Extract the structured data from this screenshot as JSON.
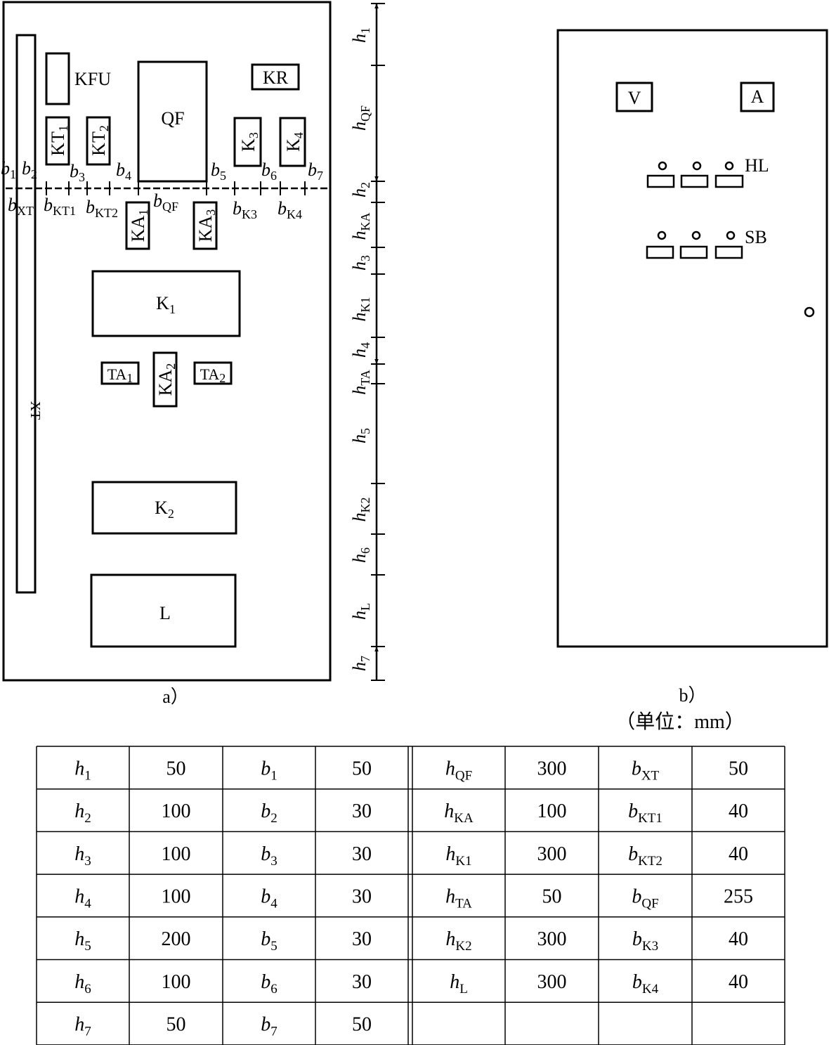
{
  "figure_a": {
    "caption": "a）",
    "components": {
      "kfu": "KFU",
      "kr": "KR",
      "qf": "QF",
      "kt1": "KT",
      "kt1_sub": "1",
      "kt2": "KT",
      "kt2_sub": "2",
      "k3": "K",
      "k3_sub": "3",
      "k4": "K",
      "k4_sub": "4",
      "ka1": "KA",
      "ka1_sub": "1",
      "ka3": "KA",
      "ka3_sub": "3",
      "ka2": "KA",
      "ka2_sub": "2",
      "k1": "K",
      "k1_sub": "1",
      "k2": "K",
      "k2_sub": "2",
      "ta1": "TA",
      "ta1_sub": "1",
      "ta2": "TA",
      "ta2_sub": "2",
      "l": "L",
      "xt": "XT"
    },
    "b_labels": {
      "b1": "1",
      "b2": "2",
      "b3": "3",
      "b4": "4",
      "b5": "5",
      "b6": "6",
      "b7": "7",
      "bxt": "XT",
      "bkt1": "KT1",
      "bkt2": "KT2",
      "bqf": "QF",
      "bk3": "K3",
      "bk4": "K4"
    },
    "h_labels": {
      "h1": "1",
      "hqf": "QF",
      "h2": "2",
      "hka": "KA",
      "h3": "3",
      "hk1": "K1",
      "h4": "4",
      "hta": "TA",
      "h5": "5",
      "hk2": "K2",
      "h6": "6",
      "hl": "L",
      "h7": "7"
    }
  },
  "figure_b": {
    "caption": "b）",
    "voltmeter": "V",
    "ammeter": "A",
    "hl_label": "HL",
    "sb_label": "SB"
  },
  "unit_note": "（单位：mm）",
  "table": {
    "rows": [
      [
        [
          "h",
          "1"
        ],
        "50",
        [
          "b",
          "1"
        ],
        "50",
        [
          "h",
          "QF"
        ],
        "300",
        [
          "b",
          "XT"
        ],
        "50"
      ],
      [
        [
          "h",
          "2"
        ],
        "100",
        [
          "b",
          "2"
        ],
        "30",
        [
          "h",
          "KA"
        ],
        "100",
        [
          "b",
          "KT1"
        ],
        "40"
      ],
      [
        [
          "h",
          "3"
        ],
        "100",
        [
          "b",
          "3"
        ],
        "30",
        [
          "h",
          "K1"
        ],
        "300",
        [
          "b",
          "KT2"
        ],
        "40"
      ],
      [
        [
          "h",
          "4"
        ],
        "100",
        [
          "b",
          "4"
        ],
        "30",
        [
          "h",
          "TA"
        ],
        "50",
        [
          "b",
          "QF"
        ],
        "255"
      ],
      [
        [
          "h",
          "5"
        ],
        "200",
        [
          "b",
          "5"
        ],
        "30",
        [
          "h",
          "K2"
        ],
        "300",
        [
          "b",
          "K3"
        ],
        "40"
      ],
      [
        [
          "h",
          "6"
        ],
        "100",
        [
          "b",
          "6"
        ],
        "30",
        [
          "h",
          "L"
        ],
        "300",
        [
          "b",
          "K4"
        ],
        "40"
      ],
      [
        [
          "h",
          "7"
        ],
        "50",
        [
          "b",
          "7"
        ],
        "50",
        null,
        "",
        null,
        ""
      ]
    ]
  }
}
